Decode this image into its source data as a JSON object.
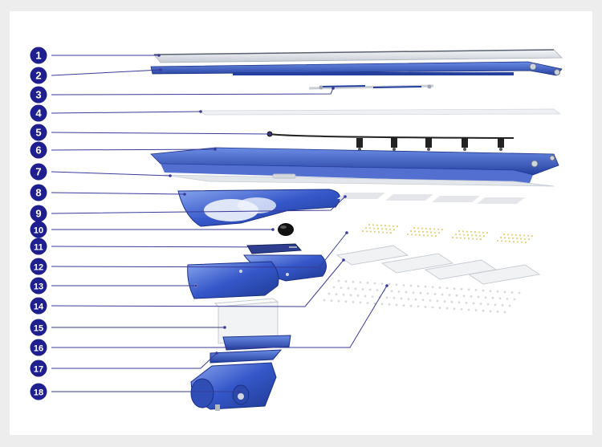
{
  "colors": {
    "background": "#ededed",
    "panel": "#ffffff",
    "badge": "#1f1f8f",
    "badge_text": "#ffffff",
    "leader_line": "#3a3a9a",
    "part_blue": "#3557c9",
    "part_blue_dark": "#243f9e",
    "part_blue_light": "#6b8de6",
    "panel_gray": "#d9dde3",
    "lens_gray": "#e6e8ec"
  },
  "callouts": [
    {
      "number": "1"
    },
    {
      "number": "2"
    },
    {
      "number": "3"
    },
    {
      "number": "4"
    },
    {
      "number": "5"
    },
    {
      "number": "6"
    },
    {
      "number": "7"
    },
    {
      "number": "8"
    },
    {
      "number": "9"
    },
    {
      "number": "10"
    },
    {
      "number": "11"
    },
    {
      "number": "12"
    },
    {
      "number": "13"
    },
    {
      "number": "14"
    },
    {
      "number": "15"
    },
    {
      "number": "16"
    },
    {
      "number": "17"
    },
    {
      "number": "18"
    }
  ]
}
